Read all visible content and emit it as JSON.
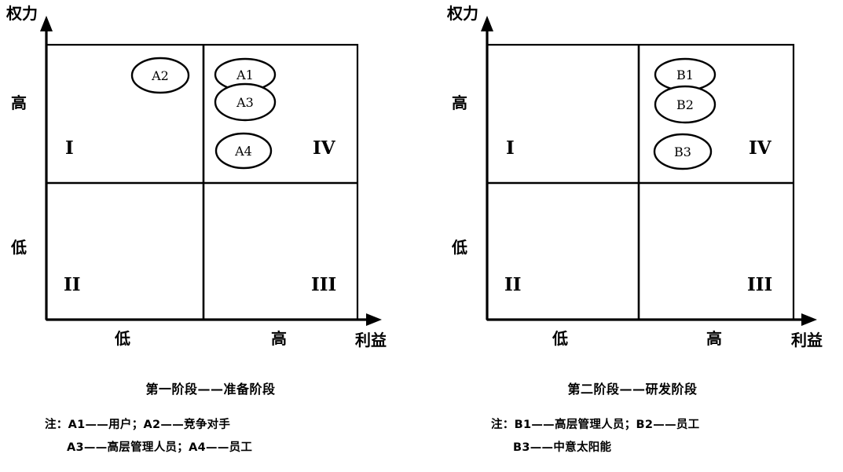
{
  "figure": {
    "title_implied": "power-interest stakeholder matrices",
    "axes": {
      "y_label": "权力",
      "x_label": "利益",
      "y_ticks": [
        "高",
        "低"
      ],
      "x_ticks": [
        "低",
        "高"
      ]
    },
    "quadrant_labels": [
      "I",
      "IV",
      "II",
      "III"
    ]
  },
  "panels": [
    {
      "id": "left",
      "caption": "第一阶段——准备阶段",
      "axis": {
        "y_label": "权力",
        "x_label": "利益",
        "y_tick_high": "高",
        "y_tick_low": "低",
        "x_tick_low": "低",
        "x_tick_high": "高"
      },
      "quadrants": {
        "top_left": "I",
        "top_right": "IV",
        "bottom_left": "II",
        "bottom_right": "III"
      },
      "bubbles": [
        {
          "label": "A2",
          "cx": 204,
          "cy": 96,
          "rx": 36,
          "ry": 22
        },
        {
          "label": "A1",
          "cx": 312,
          "cy": 95,
          "rx": 38,
          "ry": 20
        },
        {
          "label": "A3",
          "cx": 312,
          "cy": 130,
          "rx": 38,
          "ry": 23
        },
        {
          "label": "A4",
          "cx": 310,
          "cy": 192,
          "rx": 35,
          "ry": 22
        }
      ],
      "notes": [
        "注：A1——用户；A2——竞争对手",
        "A3——高层管理人员；A4——员工"
      ]
    },
    {
      "id": "right",
      "caption": "第二阶段——研发阶段",
      "axis": {
        "y_label": "权力",
        "x_label": "利益",
        "y_tick_high": "高",
        "y_tick_low": "低",
        "x_tick_low": "低",
        "x_tick_high": "高"
      },
      "quadrants": {
        "top_left": "I",
        "top_right": "IV",
        "bottom_left": "II",
        "bottom_right": "III"
      },
      "bubbles": [
        {
          "label": "B1",
          "cx": 335,
          "cy": 95,
          "rx": 38,
          "ry": 20
        },
        {
          "label": "B2",
          "cx": 335,
          "cy": 133,
          "rx": 38,
          "ry": 23
        },
        {
          "label": "B3",
          "cx": 332,
          "cy": 193,
          "rx": 36,
          "ry": 22
        }
      ],
      "notes": [
        "注：B1——高层管理人员；B2——员工",
        "B3——中意太阳能"
      ]
    }
  ],
  "chart_data": {
    "type": "scatter",
    "title": "利益相关者权力—利益矩阵（第一阶段 / 第二阶段）",
    "xlabel": "利益",
    "ylabel": "权力",
    "xlim": [
      0,
      2
    ],
    "ylim": [
      0,
      2
    ],
    "grid": false,
    "legend": "none",
    "x_tick_labels": [
      "低",
      "高"
    ],
    "y_tick_labels": [
      "低",
      "高"
    ],
    "quadrants": [
      {
        "name": "I",
        "x_band": "低",
        "y_band": "高"
      },
      {
        "name": "IV",
        "x_band": "高",
        "y_band": "高"
      },
      {
        "name": "II",
        "x_band": "低",
        "y_band": "低"
      },
      {
        "name": "III",
        "x_band": "高",
        "y_band": "低"
      }
    ],
    "series": [
      {
        "name": "第一阶段——准备阶段",
        "points": [
          {
            "label": "A2",
            "quadrant": "I",
            "interest": "低",
            "power": "高",
            "meaning": "竞争对手"
          },
          {
            "label": "A1",
            "quadrant": "IV",
            "interest": "高",
            "power": "高",
            "meaning": "用户"
          },
          {
            "label": "A3",
            "quadrant": "IV",
            "interest": "高",
            "power": "高",
            "meaning": "高层管理人员"
          },
          {
            "label": "A4",
            "quadrant": "IV",
            "interest": "高",
            "power": "高",
            "meaning": "员工"
          }
        ]
      },
      {
        "name": "第二阶段——研发阶段",
        "points": [
          {
            "label": "B1",
            "quadrant": "IV",
            "interest": "高",
            "power": "高",
            "meaning": "高层管理人员"
          },
          {
            "label": "B2",
            "quadrant": "IV",
            "interest": "高",
            "power": "高",
            "meaning": "员工"
          },
          {
            "label": "B3",
            "quadrant": "IV",
            "interest": "高",
            "power": "高",
            "meaning": "中意太阳能"
          }
        ]
      }
    ]
  }
}
